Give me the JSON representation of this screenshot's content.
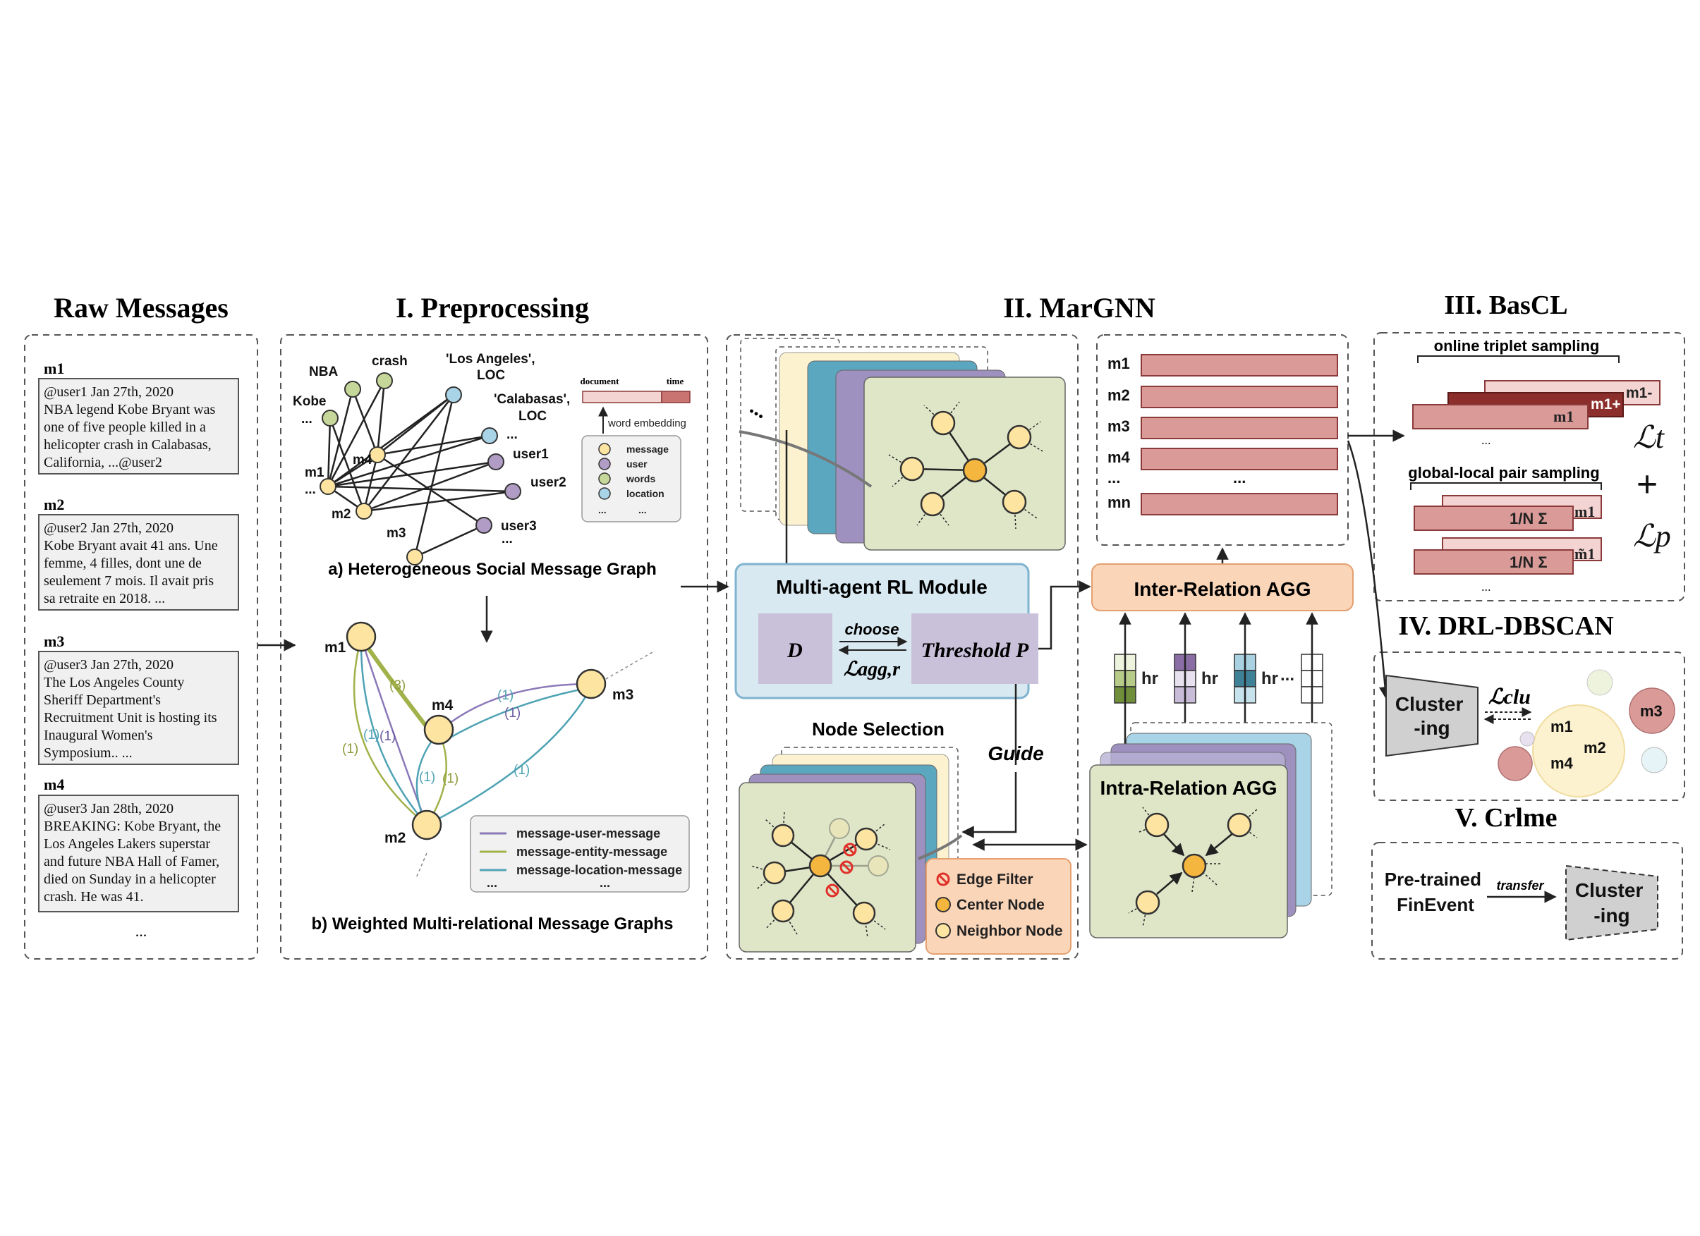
{
  "sections": {
    "raw": "Raw Messages",
    "pre": "I. Preprocessing",
    "margnn": "II. MarGNN",
    "bascl": "III. BasCL",
    "drl": "IV. DRL-DBSCAN",
    "crlme": "V. Crlme"
  },
  "messages": [
    {
      "id": "m1",
      "lines": [
        "@user1 Jan 27th, 2020",
        "NBA legend Kobe Bryant was",
        "one of five people killed in a",
        "helicopter crash in Calabasas,",
        "California, ...@user2"
      ]
    },
    {
      "id": "m2",
      "lines": [
        "@user2 Jan 27th, 2020",
        "Kobe Bryant avait 41 ans. Une",
        "femme, 4 filles, dont une de",
        "seulement 7 mois. Il avait pris",
        "sa retraite en 2018. ..."
      ]
    },
    {
      "id": "m3",
      "lines": [
        "@user3 Jan 27th, 2020",
        "The Los Angeles County",
        "Sheriff Department's",
        "Recruitment Unit is hosting its",
        "Inaugural Women's",
        "Symposium.. ..."
      ]
    },
    {
      "id": "m4",
      "lines": [
        "@user3 Jan 28th, 2020",
        "BREAKING: Kobe Bryant, the",
        "Los Angeles Lakers superstar",
        "and future NBA Hall of Famer,",
        "died on Sunday in a helicopter",
        "crash. He was 41."
      ]
    }
  ],
  "ellipsis": "...",
  "hetero": {
    "nodes": {
      "nba": "NBA",
      "crash": "crash",
      "kobe": "Kobe",
      "la1": "'Los Angeles',",
      "la2": "LOC",
      "cal1": "'Calabasas',",
      "cal2": "LOC",
      "user1": "user1",
      "user2": "user2",
      "user3": "user3",
      "m1": "m1",
      "m2": "m2",
      "m3": "m3",
      "m4": "m4"
    },
    "caption": "a) Heterogeneous Social Message Graph",
    "emb": {
      "document": "document",
      "time": "time",
      "word_embedding": "word embedding"
    },
    "legend": [
      "message",
      "user",
      "words",
      "location"
    ],
    "legend_colors": [
      "#fde4a1",
      "#b09cc4",
      "#c6d79a",
      "#a9d3e6"
    ]
  },
  "weighted": {
    "caption": "b) Weighted Multi-relational Message Graphs",
    "weights": {
      "w3": "(3)",
      "w1": "(1)"
    },
    "legend": [
      "message-user-message",
      "message-entity-message",
      "message-location-message"
    ],
    "legend_colors": [
      "#8b78b8",
      "#a2b24a",
      "#4ea3b4"
    ]
  },
  "margnn": {
    "rl_title": "Multi-agent RL Module",
    "d": "D",
    "choose": "choose",
    "threshold": "Threshold P",
    "loss_agg": "ℒagg,r",
    "node_selection": "Node Selection",
    "guide": "Guide",
    "legend": [
      "Edge Filter",
      "Center Node",
      "Neighbor Node"
    ],
    "inter": "Inter-Relation AGG",
    "intra": "Intra-Relation AGG",
    "hr": "hr",
    "m_labels": [
      "m1",
      "m2",
      "m3",
      "m4",
      "...",
      "mn"
    ]
  },
  "bascl": {
    "triplet": "online triplet sampling",
    "m1p": "m1+",
    "m1m": "m1-",
    "m1": "m1",
    "pair": "global-local pair sampling",
    "nsum": "1/N Σ",
    "m1tilde": "m̃1",
    "lt": "ℒt",
    "plus": "+",
    "lp": "ℒp"
  },
  "drl": {
    "cluster": [
      "Cluster",
      "-ing"
    ],
    "lclu": "ℒclu",
    "labels": [
      "m1",
      "m2",
      "m4",
      "m3"
    ]
  },
  "crlme": {
    "pretrained": [
      "Pre-trained",
      "FinEvent"
    ],
    "transfer": "transfer",
    "cluster": [
      "Cluster",
      "-ing"
    ]
  }
}
